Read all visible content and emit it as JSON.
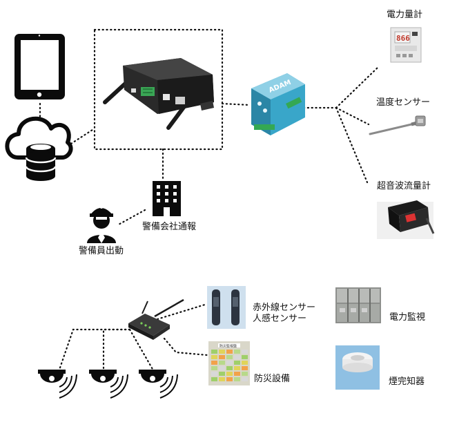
{
  "devices": {
    "power_meter": "電力量計",
    "temperature_sensor": "温度センサー",
    "ultrasonic_flowmeter": "超音波流量計",
    "security_company": "警備会社通報",
    "guard_dispatch": "警備員出動",
    "ir_sensors": [
      "赤外線センサー",
      "人感センサー"
    ],
    "power_monitoring": "電力監視",
    "fire_equipment": "防災設備",
    "smoke_detector": "煙完知器",
    "converter_brand": "ADAM",
    "panel_plate": "防災監視盤"
  },
  "colors": {
    "line": "#111111",
    "converter": "#39a6c9",
    "power_meter_display": "#c0392b",
    "router": "#2b2b2b",
    "ir_sensor_bg": "#cfe0ee"
  }
}
